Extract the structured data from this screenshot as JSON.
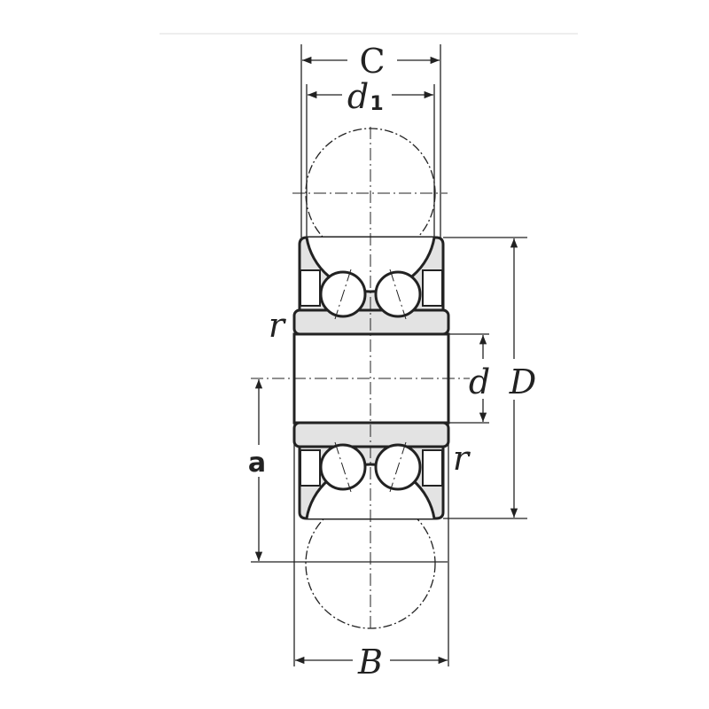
{
  "diagram": {
    "labels": {
      "C": "C",
      "d1": "d",
      "d1_sub": "1",
      "D": "D",
      "d": "d",
      "a": "a",
      "B": "B",
      "r_left": "r",
      "r_right": "r"
    },
    "colors": {
      "ring_fill": "#e3e3e3",
      "line": "#222222"
    }
  }
}
